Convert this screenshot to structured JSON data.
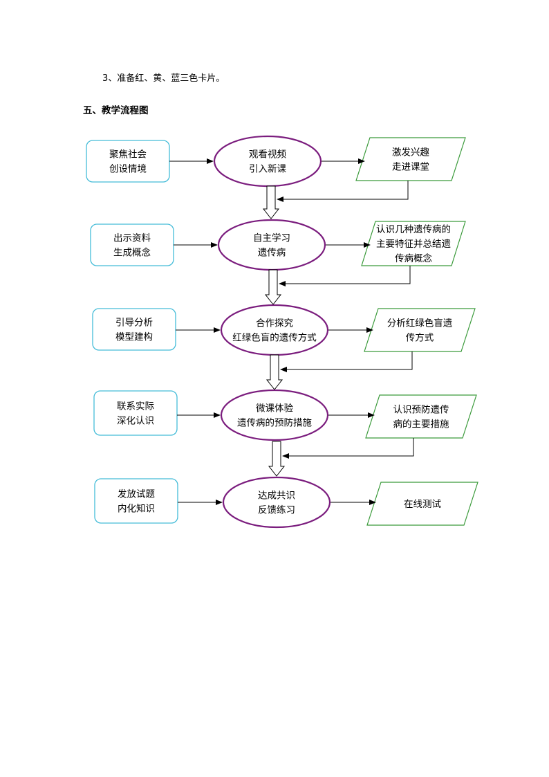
{
  "document": {
    "list_item": "3、准备红、黄、蓝三色卡片。",
    "section_heading": "五、教学流程图"
  },
  "flowchart": {
    "colors": {
      "left_box_border": "#44bcd8",
      "ellipse_border": "#7b1d7e",
      "parallelogram_border": "#3a9a3a",
      "arrow": "#000000"
    },
    "rows": [
      {
        "left": [
          "聚焦社会",
          "创设情境"
        ],
        "center": [
          "观看视频",
          "引入新课"
        ],
        "right": [
          "激发兴趣",
          "走进课堂"
        ]
      },
      {
        "left": [
          "出示资料",
          "生成概念"
        ],
        "center": [
          "自主学习",
          "遗传病"
        ],
        "right": [
          "认识几种遗传病的",
          "主要特征并总结遗",
          "传病概念"
        ]
      },
      {
        "left": [
          "引导分析",
          "模型建构"
        ],
        "center": [
          "合作探究",
          "红绿色盲的遗传方式"
        ],
        "right": [
          "分析红绿色盲遗",
          "传方式"
        ]
      },
      {
        "left": [
          "联系实际",
          "深化认识"
        ],
        "center": [
          "微课体验",
          "遗传病的预防措施"
        ],
        "right": [
          "认识预防遗传",
          "病的主要措施"
        ]
      },
      {
        "left": [
          "发放试题",
          "内化知识"
        ],
        "center": [
          "达成共识",
          "反馈练习"
        ],
        "right": [
          "在线测试"
        ]
      }
    ]
  }
}
